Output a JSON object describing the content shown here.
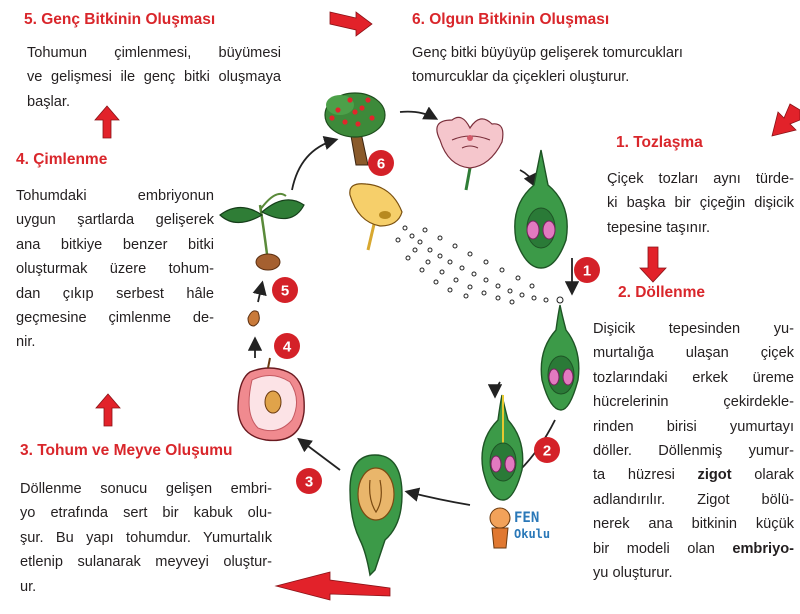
{
  "stages": {
    "s5": {
      "title": "5. Genç Bitkinin Oluşması",
      "lines": [
        "Tohumun çimlenmesi, büyümesi",
        "ve gelişmesi ile genç bitki oluşmaya",
        "başlar."
      ]
    },
    "s6": {
      "title": "6. Olgun Bitkinin Oluşması",
      "lines": [
        "Genç bitki büyüyüp gelişerek tomurcukları",
        "tomurcuklar da çiçekleri oluşturur."
      ]
    },
    "s1": {
      "title": "1. Tozlaşma",
      "lines": [
        "Çiçek tozları aynı türde-",
        "ki başka bir çiçeğin dişicik",
        "tepesine taşınır."
      ]
    },
    "s2": {
      "title": "2. Döllenme",
      "lines_a": [
        "Dişicik tepesinden yu-",
        "murtalığa ulaşan çiçek",
        "tozlarındaki erkek üreme",
        "hücrelerinin çekirdekle-",
        "rinden birisi yumurtayı",
        "döller. Döllenmiş yumur-"
      ],
      "line_zigot_pre": "ta hüzresi",
      "zigot": "zigot",
      "line_zigot_post": "olarak",
      "lines_b": [
        "adlandırılır. Zigot bölü-",
        "nerek ana bitkinin küçük"
      ],
      "line_embriyo_pre": "bir modeli olan",
      "embriyo": "embriyo-",
      "line_embriyo_end": "yu oluşturur."
    },
    "s4": {
      "title": "4. Çimlenme",
      "lines": [
        "Tohumdaki embriyonun",
        "uygun şartlarda gelişerek",
        "ana bitkiye benzer bitki",
        "oluşturmak üzere tohum-",
        "dan çıkıp serbest hâle",
        "geçmesine çimlenme de-",
        "nir."
      ]
    },
    "s3": {
      "title": "3. Tohum ve Meyve Oluşumu",
      "lines": [
        "Döllenme sonucu gelişen embri-",
        "yo etrafında sert bir kabuk olu-",
        "şur. Bu yapı tohumdur. Yumurtalık",
        "etlenip sulanarak meyveyi oluştur-",
        "ur."
      ]
    }
  },
  "cycle_numbers": [
    "1",
    "2",
    "3",
    "4",
    "5",
    "6"
  ],
  "logo": {
    "line1": "FEN",
    "line2": "Okulu"
  },
  "colors": {
    "title_red": "#d9262b",
    "badge_red": "#d42128",
    "arrow_red": "#e2222a",
    "ovary_green": "#3c9a48",
    "leaf_green": "#2f7d36",
    "petal_pink": "#f5c6cc"
  }
}
